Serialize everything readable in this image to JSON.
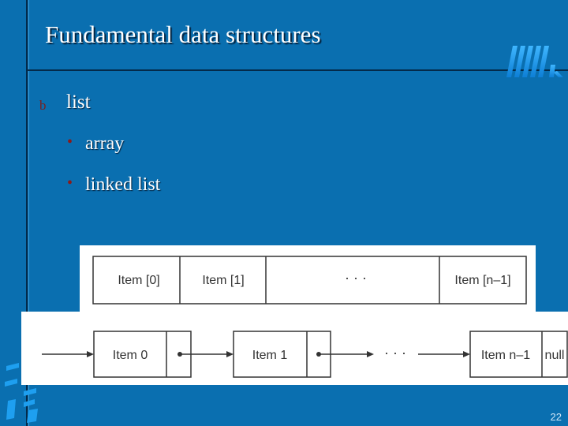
{
  "slide": {
    "title": "Fundamental data structures",
    "bullets": {
      "level1": {
        "marker": "b",
        "text": "list"
      },
      "level2": [
        {
          "marker": "•",
          "text": "array"
        },
        {
          "marker": "•",
          "text": "linked list"
        }
      ]
    },
    "page_number": "22"
  },
  "figure": {
    "array_cells": [
      "Item [0]",
      "Item [1]",
      "· · ·",
      "Item [n–1]"
    ],
    "linked_nodes": [
      "Item 0",
      "Item 1",
      "Item n–1"
    ],
    "linked_ellipsis": "· · ·",
    "null_label": "null"
  },
  "colors": {
    "background": "#0a6fb0",
    "title_text": "#ffffff",
    "bullet_marker": "#8a1a1a",
    "logo": "#1e9ff0"
  },
  "icons": {
    "logo": "university-logo",
    "decoration": "corner-stripes-graphic"
  }
}
